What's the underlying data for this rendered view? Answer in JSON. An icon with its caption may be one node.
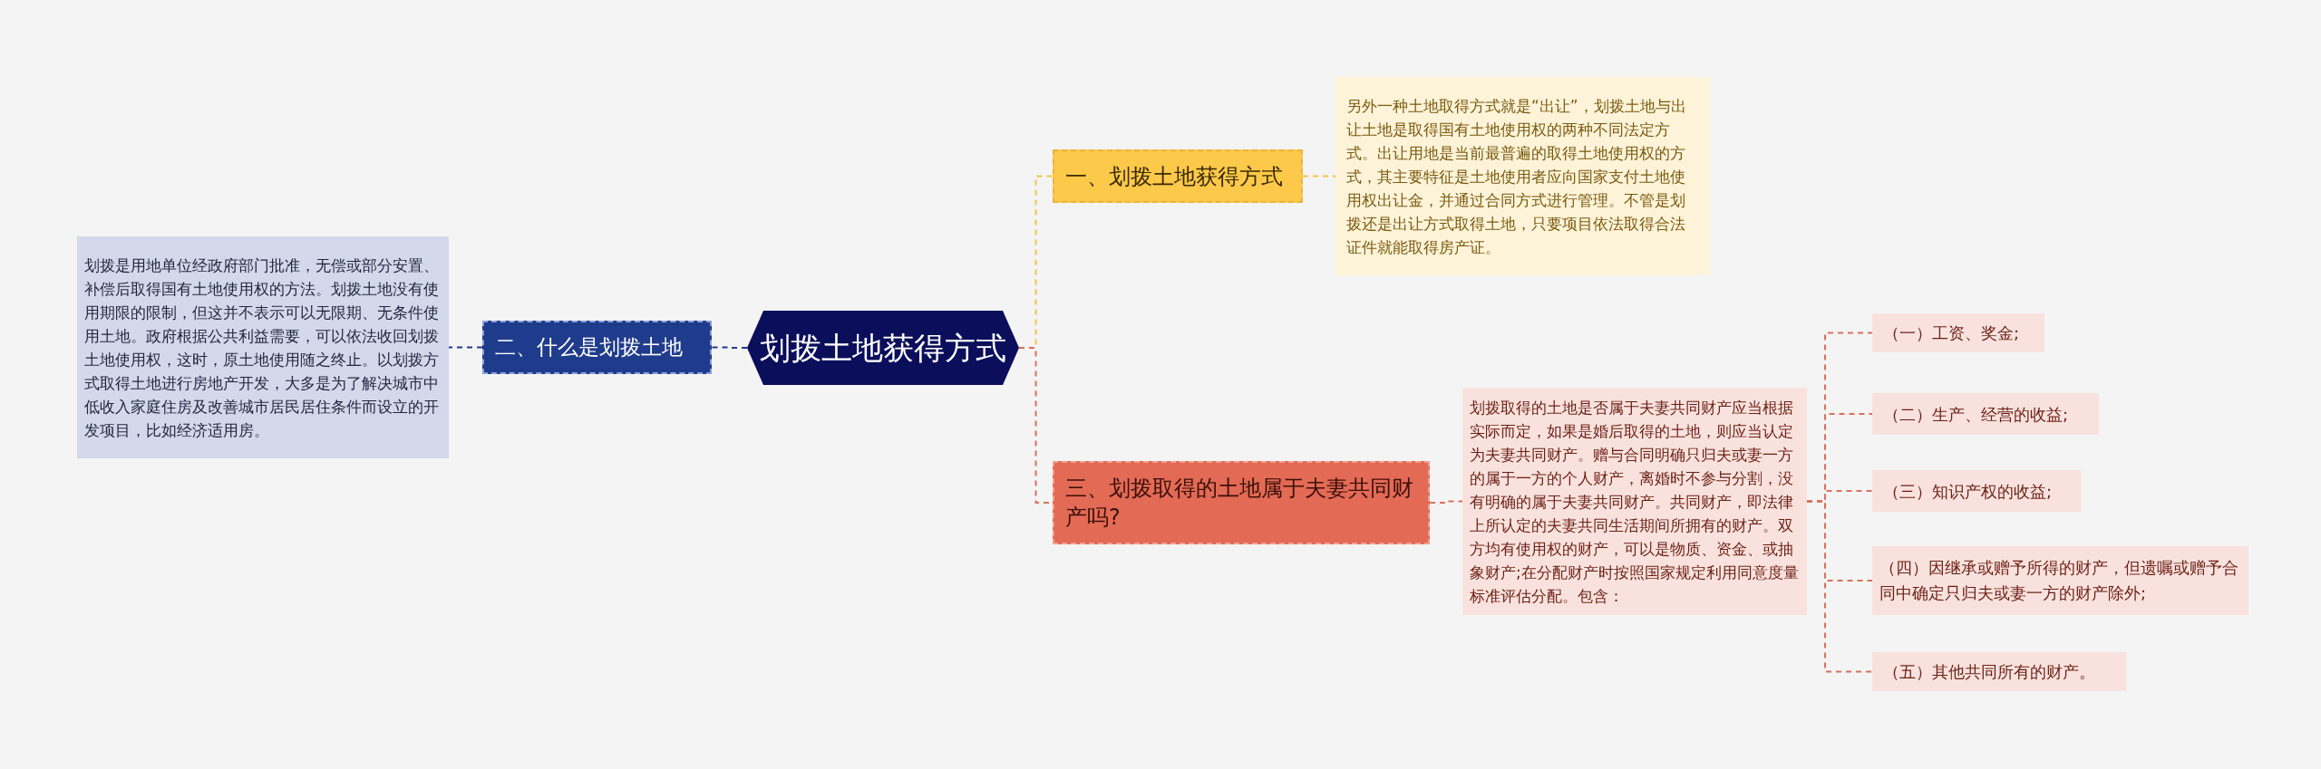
{
  "diagram": {
    "nodes": [
      {
        "text": [
          "划拨土地获得方式"
        ]
      },
      {
        "text": [
          "一、划拨土地获得方式"
        ]
      },
      {
        "text": [
          "另外一种土地取得方式就是“出让”，划拨土地与出让土地是取得国有土地使用权的两种不同法定方式。出让用地是当前最普遍的取得土地使用权的方式，其主要特征是土地使用者应向国家支付土地使用权出让金，并通过合同方式进行管理。不管是划拨还是出让方式取得土地，只要项目依法取得合法证件就能取得房产证。"
        ]
      },
      {
        "text": [
          "二、什么是划拨土地"
        ]
      },
      {
        "text": [
          "划拨是用地单位经政府部门批准，无偿或部分安置、补偿后取得国有土地使用权的方法。划拨土地没有使用期限的限制，但这并不表示可以无限期、无条件使用土地。政府根据公共利益需要，可以依法收回划拨土地使用权，这时，原土地使用随之终止。以划拨方式取得土地进行房地产开发，大多是为了解决城市中低收入家庭住房及改善城市居民居住条件而设立的开发项目，比如经济适用房。"
        ]
      },
      {
        "text": [
          "三、划拨取得的土地属于夫妻共同财产吗?"
        ]
      },
      {
        "text": [
          "划拨取得的土地是否属于夫妻共同财产应当根据实际而定，如果是婚后取得的土地，则应当认定为夫妻共同财产。赠与合同明确只归夫或妻一方的属于一方的个人财产，离婚时不参与分割，没有明确的属于夫妻共同财产。共同财产，即法律上所认定的夫妻共同生活期间所拥有的财产。双方均有使用权的财产，可以是物质、资金、或抽象财产;在分配财产时按照国家规定利用同意度量标准评估分配。包含："
        ]
      },
      {
        "text": [
          "（一）工资、奖金;"
        ]
      },
      {
        "text": [
          "（二）生产、经营的收益;"
        ]
      },
      {
        "text": [
          "（三）知识产权的收益;"
        ]
      },
      {
        "text": [
          "（四）因继承或赠予所得的财产，但遗嘱或赠予合同中确定只归夫或妻一方的财产除外;"
        ]
      },
      {
        "text": [
          "（五）其他共同所有的财产。"
        ]
      }
    ],
    "edges": [
      {
        "from": 0,
        "to": 1,
        "arrow": "none",
        "color": "#f5c242"
      },
      {
        "from": 1,
        "to": 2,
        "arrow": "none",
        "color": "#f5c242"
      },
      {
        "from": 0,
        "to": 3,
        "arrow": "none",
        "color": "#1f3b8c"
      },
      {
        "from": 3,
        "to": 4,
        "arrow": "none",
        "color": "#1f3b8c"
      },
      {
        "from": 0,
        "to": 5,
        "arrow": "none"
      },
      {
        "from": 5,
        "to": 6,
        "arrow": "none"
      },
      {
        "from": 6,
        "to": 7,
        "arrow": "none"
      },
      {
        "from": 6,
        "to": 8,
        "arrow": "none"
      },
      {
        "from": 6,
        "to": 9,
        "arrow": "none"
      },
      {
        "from": 6,
        "to": 10,
        "arrow": "none"
      },
      {
        "from": 6,
        "to": 11,
        "arrow": "none"
      }
    ]
  }
}
